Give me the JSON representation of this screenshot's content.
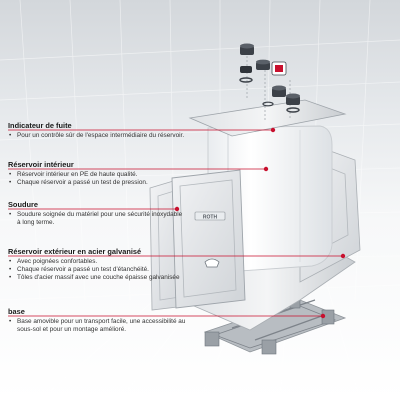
{
  "callouts": [
    {
      "title": "Indicateur de fuite",
      "bullets": [
        "Pour un contrôle sûr de l'espace intermédiaire du réservoir."
      ]
    },
    {
      "title": "Réservoir intérieur",
      "bullets": [
        "Réservoir intérieur en PE de haute qualité.",
        "Chaque réservoir a passé un test de pression."
      ]
    },
    {
      "title": "Soudure",
      "bullets": [
        "Soudure soignée du matériel pour une sécurité inoxydable à long terme."
      ]
    },
    {
      "title": "Réservoir extérieur en acier galvanisé",
      "bullets": [
        "Avec poignées confortables.",
        "Chaque réservoir a passé un test d'étanchéité.",
        "Tôles d'acier massif avec une couche épaisse galvanisée"
      ]
    },
    {
      "title": "base",
      "bullets": [
        "Base amovible pour un transport facile, une accessibilité au sous-sol et pour un montage amélioré."
      ]
    }
  ],
  "nameplate_text": "ROTH",
  "colors": {
    "callout_line": "#c8102e",
    "callout_dot": "#c8102e",
    "steel": "#c9cdd1",
    "tank_white": "#ffffff",
    "background_top": "#d3d7db"
  },
  "icons": {
    "leak_indicator": "leak-indicator-cap-icon",
    "fittings": "valve-fitting-icon"
  }
}
